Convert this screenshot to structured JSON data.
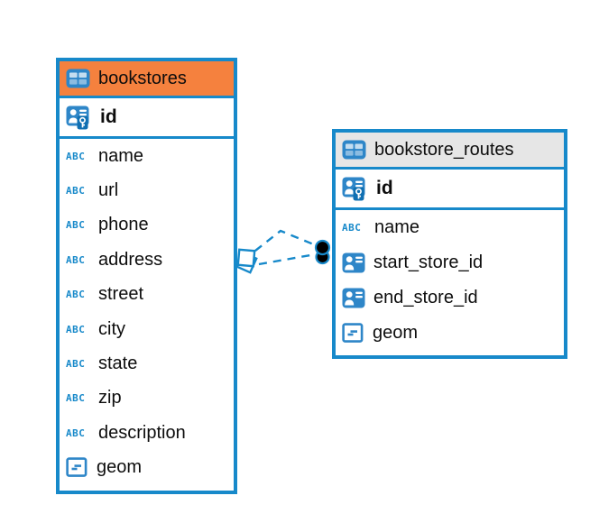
{
  "colors": {
    "accent": "#1789ca",
    "table1_header_bg": "#f5813e",
    "table2_header_bg": "#e6e6e6",
    "row_bg": "#ffffff",
    "text": "#0d0d0d",
    "pk_key_bg": "#0f6fb2",
    "icon_blue": "#2e86c8",
    "relationship_dot": "#000000"
  },
  "icons": {
    "text_type_label": "ABC",
    "table_icon": "table-grid-icon",
    "pk_icon": "person-key-icon",
    "fk_icon": "person-badge-icon",
    "geometry_icon": "geometry-dash-icon"
  },
  "tables": [
    {
      "name": "bookstores",
      "primary_key": "id",
      "columns": [
        "name",
        "url",
        "phone",
        "address",
        "street",
        "city",
        "state",
        "zip",
        "description",
        "geom"
      ]
    },
    {
      "name": "bookstore_routes",
      "primary_key": "id",
      "columns": [
        "name",
        "start_store_id",
        "end_store_id",
        "geom"
      ]
    }
  ],
  "relationships": [
    {
      "from_table": "bookstore_routes",
      "to_table": "bookstores",
      "line_style": "dashed",
      "line_count": 2,
      "source_marker": "black-dot",
      "target_marker": "white-diamond"
    }
  ]
}
